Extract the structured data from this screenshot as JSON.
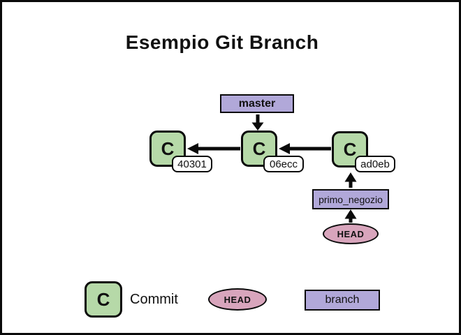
{
  "title": "Esempio Git Branch",
  "colors": {
    "commit_green": "#b6d9a8",
    "branch_purple": "#b1a8d9",
    "head_pink": "#d8a5bc",
    "outline": "#0a0a0a",
    "label_bg": "#ffffff",
    "background": "#ffffff"
  },
  "diagram": {
    "master_branch": {
      "label": "master"
    },
    "feature_branch": {
      "label": "primo_negozio"
    },
    "head": {
      "label": "HEAD"
    },
    "commits": [
      {
        "symbol": "C",
        "hash": "40301"
      },
      {
        "symbol": "C",
        "hash": "06ecc"
      },
      {
        "symbol": "C",
        "hash": "ad0eb"
      }
    ]
  },
  "legend": {
    "commit": {
      "symbol": "C",
      "label": "Commit"
    },
    "head": {
      "label": "HEAD"
    },
    "branch": {
      "label": "branch"
    }
  }
}
